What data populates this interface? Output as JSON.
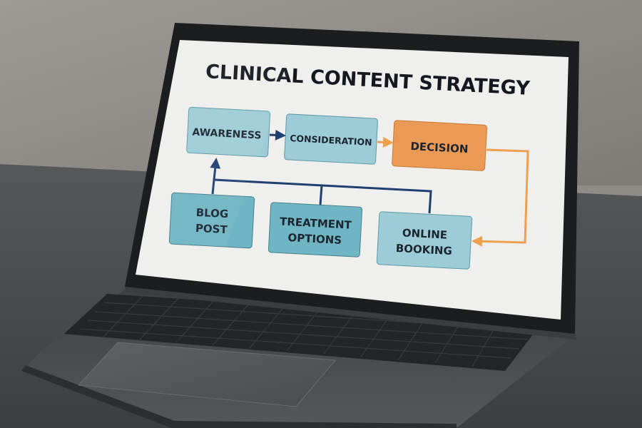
{
  "diagram": {
    "title": "CLINICAL CONTENT STRATEGY",
    "nodes": {
      "awareness": {
        "label": "AWARENESS"
      },
      "consideration": {
        "label": "CONSIDERATION"
      },
      "decision": {
        "label": "DECISION"
      },
      "blog_post": {
        "line1": "BLOG",
        "line2": "POST"
      },
      "treatment_options": {
        "line1": "TREATMENT",
        "line2": "OPTIONS"
      },
      "online_booking": {
        "line1": "ONLINE",
        "line2": "BOOKING"
      }
    },
    "colors": {
      "node_light": "#9dccd6",
      "node_teal": "#6fb5c3",
      "node_decision": "#ea9a55",
      "arrow_navy": "#1f3f6e",
      "arrow_orange": "#eea04f"
    }
  }
}
